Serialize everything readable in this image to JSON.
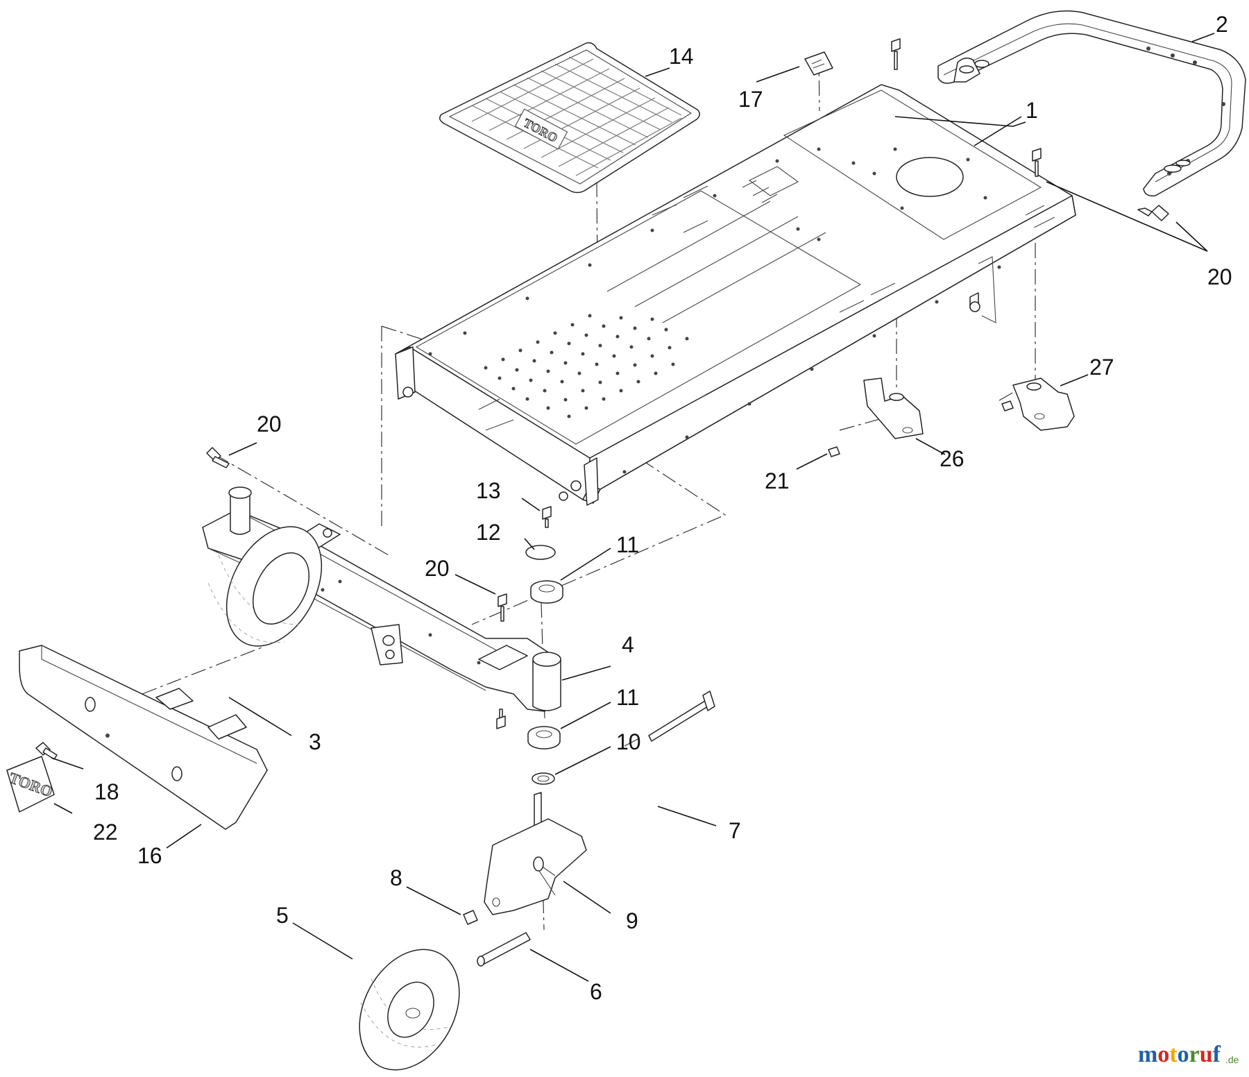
{
  "diagram": {
    "callouts": [
      "1",
      "2",
      "3",
      "4",
      "5",
      "6",
      "7",
      "8",
      "9",
      "10",
      "11",
      "11",
      "12",
      "13",
      "14",
      "16",
      "17",
      "18",
      "20",
      "20",
      "20",
      "21",
      "22",
      "26",
      "27"
    ],
    "brand_plate": "TORO",
    "mat_brand": "TORO",
    "watermark": {
      "name": "motoruf",
      "tld": ".de",
      "letter_colors": [
        "#1f5fa8",
        "#d7261e",
        "#f0a800",
        "#1f5fa8",
        "#4c8a2f",
        "#d7261e",
        "#1f5fa8"
      ]
    }
  }
}
